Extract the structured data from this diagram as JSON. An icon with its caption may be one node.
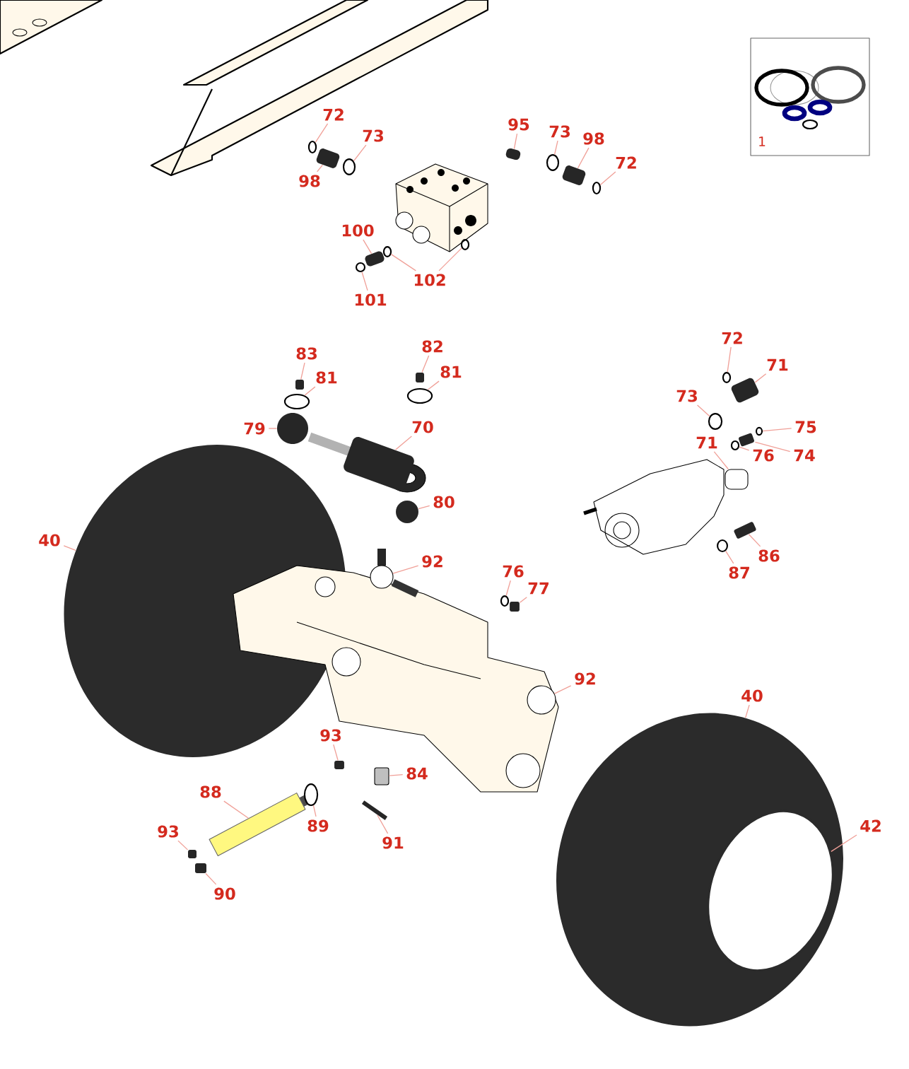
{
  "diagram": {
    "nodes": [
      {
        "text": [
          "1"
        ]
      },
      {
        "text": [
          "72"
        ]
      },
      {
        "text": [
          "73"
        ]
      },
      {
        "text": [
          "98"
        ]
      },
      {
        "text": [
          "95"
        ]
      },
      {
        "text": [
          "73"
        ]
      },
      {
        "text": [
          "98"
        ]
      },
      {
        "text": [
          "72"
        ]
      },
      {
        "text": [
          "100"
        ]
      },
      {
        "text": [
          "102"
        ]
      },
      {
        "text": [
          "101"
        ]
      },
      {
        "text": [
          "83"
        ]
      },
      {
        "text": [
          "81"
        ]
      },
      {
        "text": [
          "82"
        ]
      },
      {
        "text": [
          "81"
        ]
      },
      {
        "text": [
          "79"
        ]
      },
      {
        "text": [
          "70"
        ]
      },
      {
        "text": [
          "72"
        ]
      },
      {
        "text": [
          "71"
        ]
      },
      {
        "text": [
          "73"
        ]
      },
      {
        "text": [
          "75"
        ]
      },
      {
        "text": [
          "76"
        ]
      },
      {
        "text": [
          "74"
        ]
      },
      {
        "text": [
          "71"
        ]
      },
      {
        "text": [
          "80"
        ]
      },
      {
        "text": [
          "40"
        ]
      },
      {
        "text": [
          "92"
        ]
      },
      {
        "text": [
          "76"
        ]
      },
      {
        "text": [
          "77"
        ]
      },
      {
        "text": [
          "86"
        ]
      },
      {
        "text": [
          "87"
        ]
      },
      {
        "text": [
          "92"
        ]
      },
      {
        "text": [
          "40"
        ]
      },
      {
        "text": [
          "93"
        ]
      },
      {
        "text": [
          "84"
        ]
      },
      {
        "text": [
          "88"
        ]
      },
      {
        "text": [
          "89"
        ]
      },
      {
        "text": [
          "93"
        ]
      },
      {
        "text": [
          "91"
        ]
      },
      {
        "text": [
          "42"
        ]
      },
      {
        "text": [
          "90"
        ]
      },
      {
        "text": [],
        "shape": "circle"
      },
      {
        "text": [],
        "shape": "circle"
      },
      {
        "text": [],
        "shape": "box"
      },
      {
        "text": [],
        "shape": "box"
      },
      {
        "text": [],
        "shape": "circle"
      },
      {
        "text": [],
        "shape": "box"
      },
      {
        "text": [],
        "shape": "circle"
      },
      {
        "text": [],
        "shape": "box"
      },
      {
        "text": [],
        "shape": "circle"
      },
      {
        "text": [],
        "shape": "circle"
      },
      {
        "text": [],
        "shape": "circle"
      },
      {
        "text": [],
        "shape": "box"
      },
      {
        "text": [],
        "shape": "circle"
      },
      {
        "text": [],
        "shape": "box"
      },
      {
        "text": [],
        "shape": "circle"
      },
      {
        "text": [],
        "shape": "circle"
      },
      {
        "text": [],
        "shape": "picture"
      },
      {
        "text": [],
        "shape": "circle"
      },
      {
        "text": [],
        "shape": "circle"
      },
      {
        "text": [],
        "shape": "box"
      },
      {
        "text": [],
        "shape": "circle"
      },
      {
        "text": [],
        "shape": "circle"
      },
      {
        "text": [],
        "shape": "circle"
      },
      {
        "text": [],
        "shape": "box"
      },
      {
        "text": [],
        "shape": "box"
      },
      {
        "text": [],
        "shape": "picture"
      },
      {
        "text": [],
        "shape": "picture"
      },
      {
        "text": [],
        "shape": "circle"
      },
      {
        "text": [],
        "shape": "box"
      },
      {
        "text": [],
        "shape": "box"
      },
      {
        "text": [],
        "shape": "circle"
      },
      {
        "text": [],
        "shape": "circle"
      },
      {
        "text": [],
        "shape": "circle"
      },
      {
        "text": [],
        "shape": "circle",
        "in": 73
      },
      {
        "text": [],
        "shape": "box"
      },
      {
        "text": [],
        "shape": "box"
      },
      {
        "text": [],
        "shape": "picture"
      },
      {
        "text": [],
        "shape": "circle"
      },
      {
        "text": [],
        "shape": "box"
      },
      {
        "text": [],
        "shape": "box"
      },
      {
        "text": [],
        "shape": "box"
      }
    ],
    "edges": [
      {
        "from": 1,
        "to": 41,
        "arrow": "none"
      },
      {
        "from": 2,
        "to": 42,
        "arrow": "none"
      },
      {
        "from": 3,
        "to": 43,
        "arrow": "none"
      },
      {
        "from": 4,
        "to": 44,
        "arrow": "none"
      },
      {
        "from": 5,
        "to": 45,
        "arrow": "none"
      },
      {
        "from": 6,
        "to": 46,
        "arrow": "none"
      },
      {
        "from": 7,
        "to": 47,
        "arrow": "none"
      },
      {
        "from": 8,
        "to": 48,
        "arrow": "none"
      },
      {
        "from": 9,
        "to": 49,
        "arrow": "none"
      },
      {
        "from": 9,
        "to": 50,
        "arrow": "none"
      },
      {
        "from": 10,
        "to": 51,
        "arrow": "none"
      },
      {
        "from": 11,
        "to": 52,
        "arrow": "none"
      },
      {
        "from": 12,
        "to": 53,
        "arrow": "none"
      },
      {
        "from": 13,
        "to": 54,
        "arrow": "none"
      },
      {
        "from": 14,
        "to": 55,
        "arrow": "none"
      },
      {
        "from": 15,
        "to": 56,
        "arrow": "none"
      },
      {
        "from": 16,
        "to": 57,
        "arrow": "none"
      },
      {
        "from": 17,
        "to": 59,
        "arrow": "none"
      },
      {
        "from": 18,
        "to": 60,
        "arrow": "none"
      },
      {
        "from": 19,
        "to": 61,
        "arrow": "none"
      },
      {
        "from": 20,
        "to": 62,
        "arrow": "none"
      },
      {
        "from": 21,
        "to": 63,
        "arrow": "none"
      },
      {
        "from": 22,
        "to": 64,
        "arrow": "none"
      },
      {
        "from": 23,
        "to": 65,
        "arrow": "none"
      },
      {
        "from": 24,
        "to": 58,
        "arrow": "none"
      },
      {
        "from": 25,
        "to": 66,
        "arrow": "none"
      },
      {
        "from": 26,
        "to": 67,
        "arrow": "none"
      },
      {
        "from": 27,
        "to": 68,
        "arrow": "none"
      },
      {
        "from": 28,
        "to": 69,
        "arrow": "none"
      },
      {
        "from": 29,
        "to": 70,
        "arrow": "none"
      },
      {
        "from": 30,
        "to": 71,
        "arrow": "none"
      },
      {
        "from": 31,
        "to": 72,
        "arrow": "none"
      },
      {
        "from": 32,
        "to": 73,
        "arrow": "none"
      },
      {
        "from": 33,
        "to": 75,
        "arrow": "none"
      },
      {
        "from": 34,
        "to": 76,
        "arrow": "none"
      },
      {
        "from": 35,
        "to": 77,
        "arrow": "none"
      },
      {
        "from": 36,
        "to": 78,
        "arrow": "none"
      },
      {
        "from": 37,
        "to": 79,
        "arrow": "none"
      },
      {
        "from": 38,
        "to": 80,
        "arrow": "none"
      },
      {
        "from": 39,
        "to": 74,
        "arrow": "none"
      },
      {
        "from": 40,
        "to": 81,
        "arrow": "none"
      }
    ]
  }
}
